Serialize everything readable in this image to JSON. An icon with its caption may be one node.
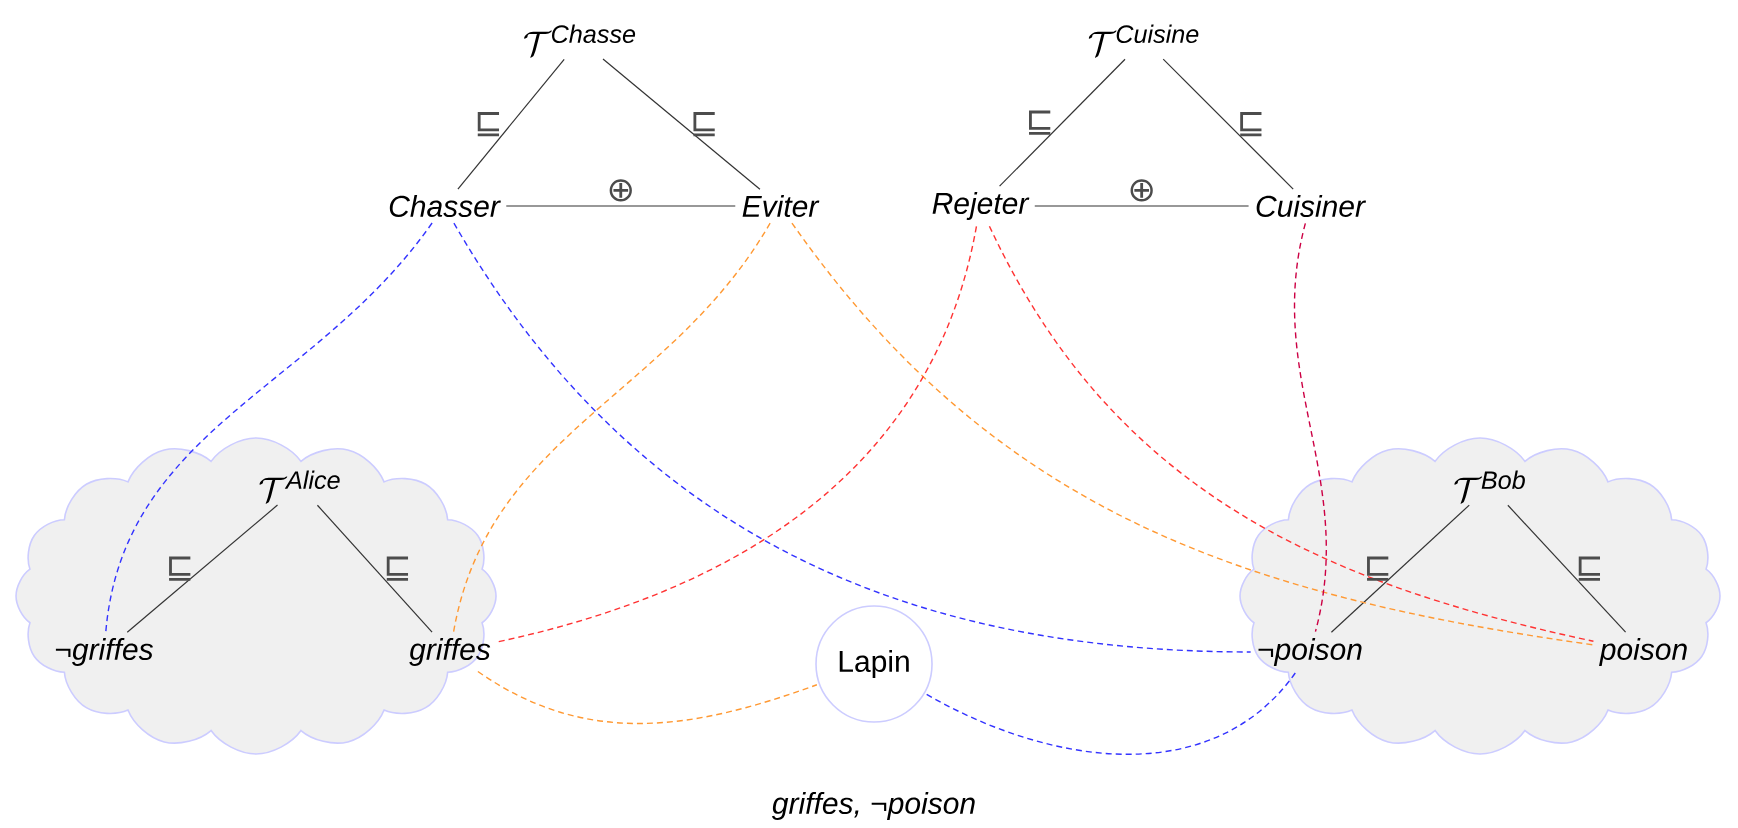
{
  "diagram": {
    "nodes": [
      {
        "text": [
          "\\mathcal{T}^{\\mathit{Chasse}}"
        ]
      },
      {
        "text": [
          "Chasser"
        ]
      },
      {
        "text": [
          "Eviter"
        ]
      },
      {
        "text": [
          "\\mathcal{T}^{\\mathit{Cuisine}}"
        ]
      },
      {
        "text": [
          "Rejeter"
        ]
      },
      {
        "text": [
          "Cuisiner"
        ]
      },
      {
        "text": [],
        "shape": "cloud"
      },
      {
        "text": [
          "\\mathcal{T}^{\\mathit{Alice}}"
        ],
        "in": 6
      },
      {
        "text": [
          "¬griffes"
        ],
        "in": 6
      },
      {
        "text": [
          "griffes"
        ],
        "in": 6
      },
      {
        "text": [
          "Lapin"
        ]
      },
      {
        "text": [],
        "shape": "cloud"
      },
      {
        "text": [
          "\\mathcal{T}^{\\mathit{Bob}}"
        ],
        "in": 11
      },
      {
        "text": [
          "¬poison"
        ],
        "in": 11
      },
      {
        "text": [
          "poison"
        ],
        "in": 11
      }
    ],
    "edges": [
      {
        "from": 0,
        "to": 1,
        "arrow": "none",
        "label": "⊑"
      },
      {
        "from": 0,
        "to": 2,
        "arrow": "none",
        "label": "⊑"
      },
      {
        "from": 1,
        "to": 2,
        "arrow": "none",
        "label": "⊕"
      },
      {
        "from": 3,
        "to": 4,
        "arrow": "none",
        "label": "⊑"
      },
      {
        "from": 3,
        "to": 5,
        "arrow": "none",
        "label": "⊑"
      },
      {
        "from": 4,
        "to": 5,
        "arrow": "none",
        "label": "⊕"
      },
      {
        "from": 7,
        "to": 8,
        "arrow": "none",
        "label": "⊑"
      },
      {
        "from": 7,
        "to": 9,
        "arrow": "none",
        "label": "⊑"
      },
      {
        "from": 12,
        "to": 13,
        "arrow": "none",
        "label": "⊑"
      },
      {
        "from": 12,
        "to": 14,
        "arrow": "none",
        "label": "⊑"
      },
      {
        "from": 1,
        "to": 8,
        "arrow": "none",
        "style": "dashed",
        "color": "#3333ff"
      },
      {
        "from": 1,
        "to": 13,
        "arrow": "none",
        "style": "dashed",
        "color": "#3333ff"
      },
      {
        "from": 2,
        "to": 9,
        "arrow": "none",
        "style": "dashed",
        "color": "#ff9933"
      },
      {
        "from": 2,
        "to": 14,
        "arrow": "none",
        "style": "dashed",
        "color": "#ff9933"
      },
      {
        "from": 4,
        "to": 9,
        "arrow": "none",
        "style": "dashed",
        "color": "#ff3333"
      },
      {
        "from": 4,
        "to": 14,
        "arrow": "none",
        "style": "dashed",
        "color": "#ff3333"
      },
      {
        "from": 5,
        "to": 13,
        "arrow": "none",
        "style": "dashed",
        "color": "#cc0044"
      },
      {
        "from": 9,
        "to": 10,
        "arrow": "none",
        "style": "dashed",
        "color": "#ff9933"
      },
      {
        "from": 10,
        "to": 13,
        "arrow": "none",
        "style": "dashed",
        "color": "#3333ff"
      }
    ],
    "labels": [
      "*griffes*, ¬*poison*"
    ]
  }
}
